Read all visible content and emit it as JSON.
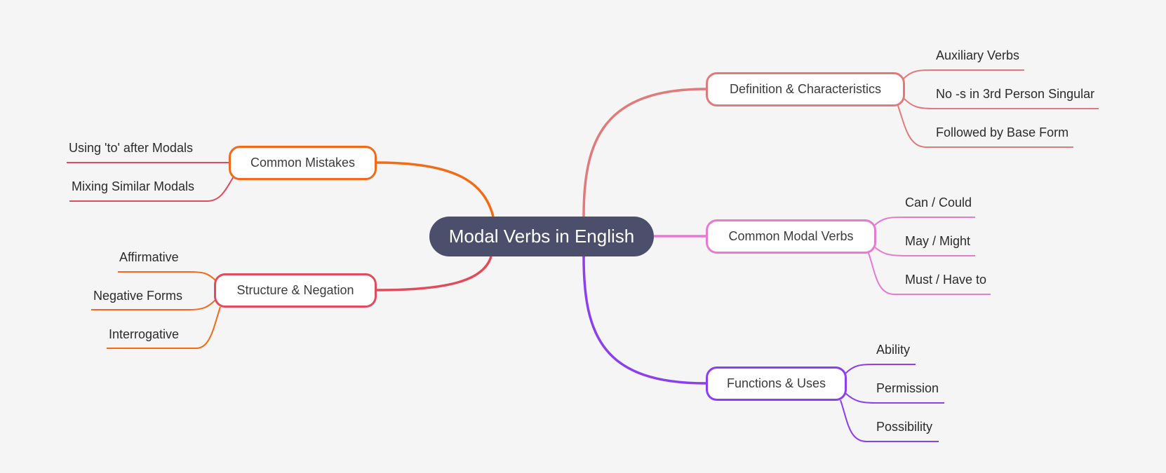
{
  "root": {
    "label": "Modal Verbs in English",
    "color": "#4b4f6b"
  },
  "branches": [
    {
      "label": "Definition & Characteristics",
      "side": "right",
      "color": "#e07b7b",
      "leaf_color": "#e07b7b",
      "leaves": [
        "Auxiliary Verbs",
        "No -s in 3rd Person Singular",
        "Followed by Base Form"
      ]
    },
    {
      "label": "Common Modal Verbs",
      "side": "right",
      "color": "#e87ad3",
      "leaf_color": "#e87ad3",
      "leaves": [
        "Can / Could",
        "May / Might",
        "Must / Have to"
      ]
    },
    {
      "label": "Functions & Uses",
      "side": "right",
      "color": "#8b3ff0",
      "leaf_color": "#8b3ff0",
      "leaves": [
        "Ability",
        "Permission",
        "Possibility"
      ]
    },
    {
      "label": "Common Mistakes",
      "side": "left",
      "color": "#f56a16",
      "leaf_color": "#e24b5b",
      "leaves": [
        "Using 'to' after Modals",
        "Mixing Similar Modals"
      ]
    },
    {
      "label": "Structure & Negation",
      "side": "left",
      "color": "#e24b5b",
      "leaf_color": "#f56a16",
      "leaves": [
        "Affirmative",
        "Negative Forms",
        "Interrogative"
      ]
    }
  ]
}
